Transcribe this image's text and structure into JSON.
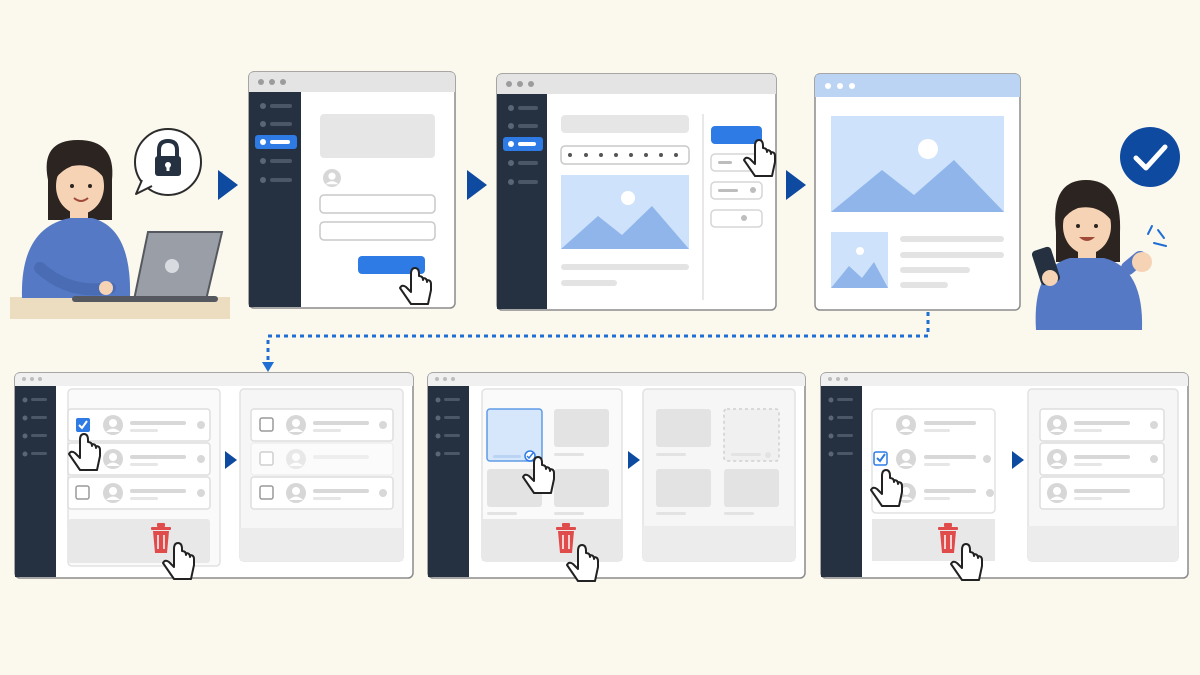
{
  "colors": {
    "background": "#fbf8ee",
    "sidebar": "#253140",
    "accent_blue": "#2f7be6",
    "arrow": "#0e4aa0",
    "connector": "#1f6ed4",
    "trash_red": "#e04b4b",
    "skin": "#f6d3b4",
    "hair": "#2c2420",
    "shirt": "#5579c4",
    "placeholder_gray": "#e3e3e3",
    "image_blue": "#cfe2fb",
    "mountain_blue": "#8fb5ea"
  },
  "icons": {
    "lock": "lock-icon",
    "check_badge": "checkmark-circle-icon",
    "pointer": "hand-pointer-icon",
    "trash": "trash-icon",
    "image": "image-placeholder-icon",
    "step_arrow": "triangle-right-icon"
  },
  "flow": {
    "top_steps": [
      "login",
      "select",
      "view"
    ],
    "bottom_steps": [
      "delete-list",
      "delete-grid",
      "delete-list-alt"
    ]
  }
}
